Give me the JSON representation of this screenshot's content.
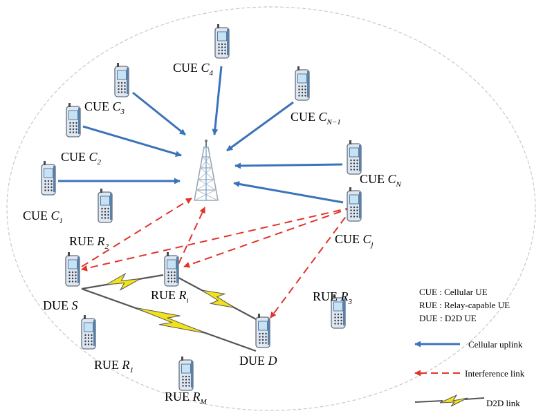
{
  "colors": {
    "cellular": "#3b73b9",
    "interference": "#e0342a",
    "d2d_fill": "#f2e21a",
    "d2d_stroke": "#555555",
    "cell_boundary": "#c8c8c8",
    "phone_body": "#dfe6ef",
    "phone_screen": "#c6e2f5",
    "tower": "#9aa7b5"
  },
  "nodes": [
    {
      "id": "c4",
      "prefix": "CUE",
      "var": "C",
      "sub": "4"
    },
    {
      "id": "c3",
      "prefix": "CUE",
      "var": "C",
      "sub": "3"
    },
    {
      "id": "cn1",
      "prefix": "CUE",
      "var": "C",
      "sub": "N−1"
    },
    {
      "id": "c2",
      "prefix": "CUE",
      "var": "C",
      "sub": "2"
    },
    {
      "id": "cn",
      "prefix": "CUE",
      "var": "C",
      "sub": "N"
    },
    {
      "id": "c1",
      "prefix": "CUE",
      "var": "C",
      "sub": "1"
    },
    {
      "id": "r2",
      "prefix": "RUE",
      "var": "R",
      "sub": "2"
    },
    {
      "id": "cj",
      "prefix": "CUE",
      "var": "C",
      "sub": "j"
    },
    {
      "id": "ri",
      "prefix": "RUE",
      "var": "R",
      "sub": "i"
    },
    {
      "id": "s",
      "prefix": "DUE",
      "var": "S",
      "sub": ""
    },
    {
      "id": "r3",
      "prefix": "RUE",
      "var": "R",
      "sub": "3"
    },
    {
      "id": "r1",
      "prefix": "RUE",
      "var": "R",
      "sub": "1"
    },
    {
      "id": "d",
      "prefix": "DUE",
      "var": "D",
      "sub": ""
    },
    {
      "id": "rm",
      "prefix": "RUE",
      "var": "R",
      "sub": "M"
    }
  ],
  "links": [
    {
      "kind": "cellular",
      "from": "c1",
      "to": "bs"
    },
    {
      "kind": "cellular",
      "from": "c2",
      "to": "bs"
    },
    {
      "kind": "cellular",
      "from": "c3",
      "to": "bs"
    },
    {
      "kind": "cellular",
      "from": "c4",
      "to": "bs"
    },
    {
      "kind": "cellular",
      "from": "cn1",
      "to": "bs"
    },
    {
      "kind": "cellular",
      "from": "cn",
      "to": "bs"
    },
    {
      "kind": "cellular",
      "from": "cj",
      "to": "bs"
    },
    {
      "kind": "interference",
      "from": "s",
      "to": "bs"
    },
    {
      "kind": "interference",
      "from": "ri",
      "to": "bs"
    },
    {
      "kind": "interference",
      "from": "cj",
      "to": "ri"
    },
    {
      "kind": "interference",
      "from": "cj",
      "to": "d"
    },
    {
      "kind": "interference",
      "from": "cj",
      "to": "s"
    },
    {
      "kind": "d2d",
      "from": "s",
      "to": "ri"
    },
    {
      "kind": "d2d",
      "from": "ri",
      "to": "d"
    },
    {
      "kind": "d2d",
      "from": "s",
      "to": "d"
    }
  ],
  "definitions": [
    "CUE : Cellular UE",
    "RUE : Relay-capable UE",
    "DUE : D2D UE"
  ],
  "legend": {
    "cellular": "Cellular uplink",
    "interference": "Interference link",
    "d2d": "D2D link"
  }
}
